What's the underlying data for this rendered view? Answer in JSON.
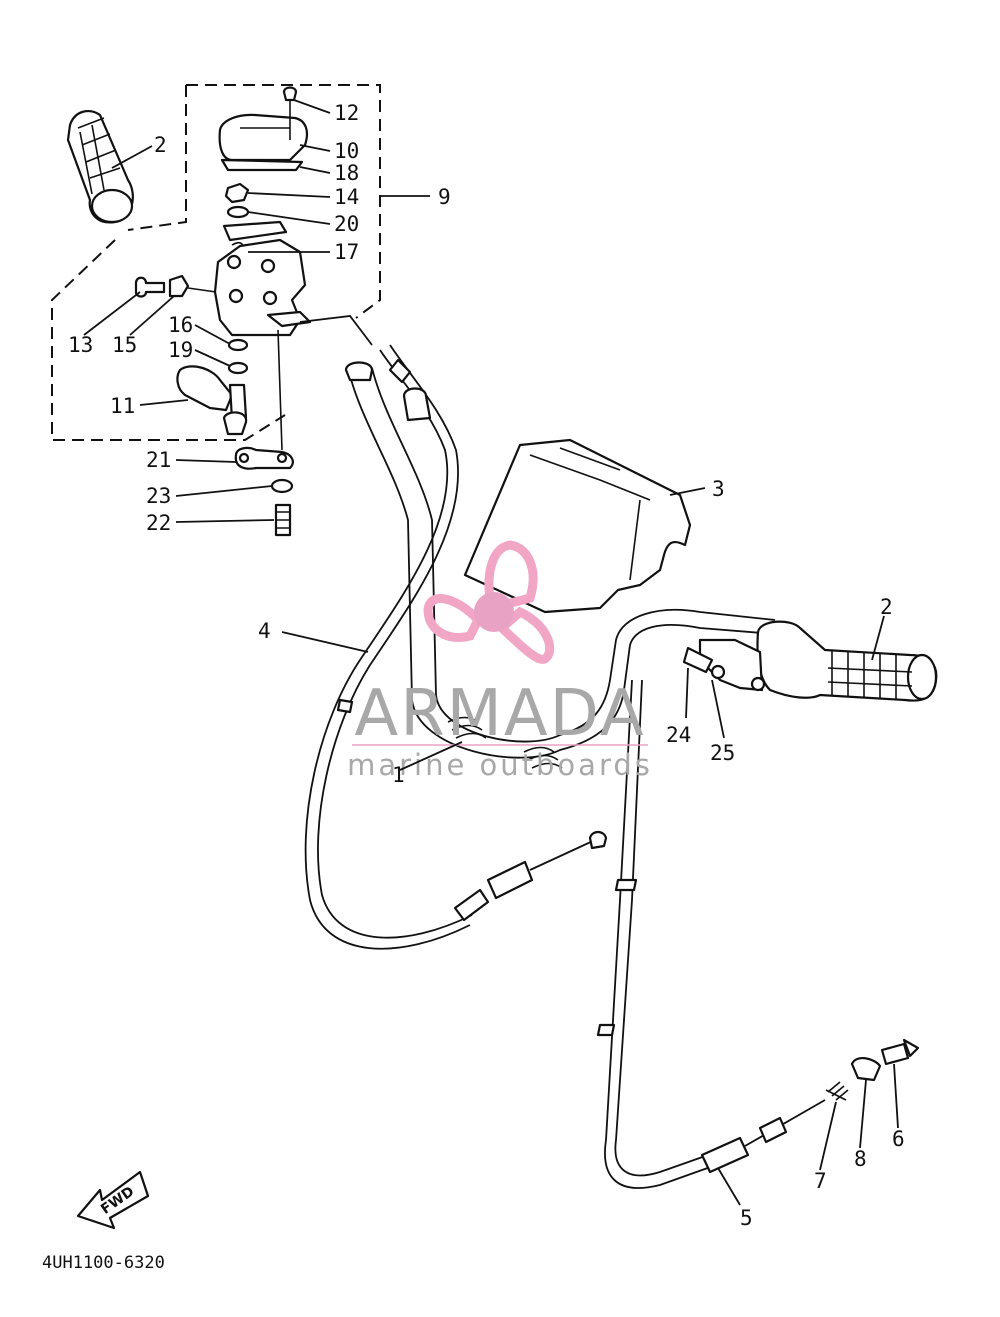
{
  "diagram_code": "4UH1100-6320",
  "watermark": {
    "title": "ARMADA",
    "subtitle": "marine outboards",
    "logo_color": "#f2a6c6",
    "hub_color": "#e8a3c4"
  },
  "fwd_label": "FWD",
  "callouts": {
    "c1": "1",
    "c2a": "2",
    "c2b": "2",
    "c3": "3",
    "c4": "4",
    "c5": "5",
    "c6": "6",
    "c7": "7",
    "c8": "8",
    "c9": "9",
    "c10": "10",
    "c11": "11",
    "c12": "12",
    "c13": "13",
    "c14": "14",
    "c15": "15",
    "c16": "16",
    "c17": "17",
    "c18": "18",
    "c19": "19",
    "c20": "20",
    "c21": "21",
    "c22": "22",
    "c23": "23",
    "c24": "24",
    "c25": "25"
  }
}
